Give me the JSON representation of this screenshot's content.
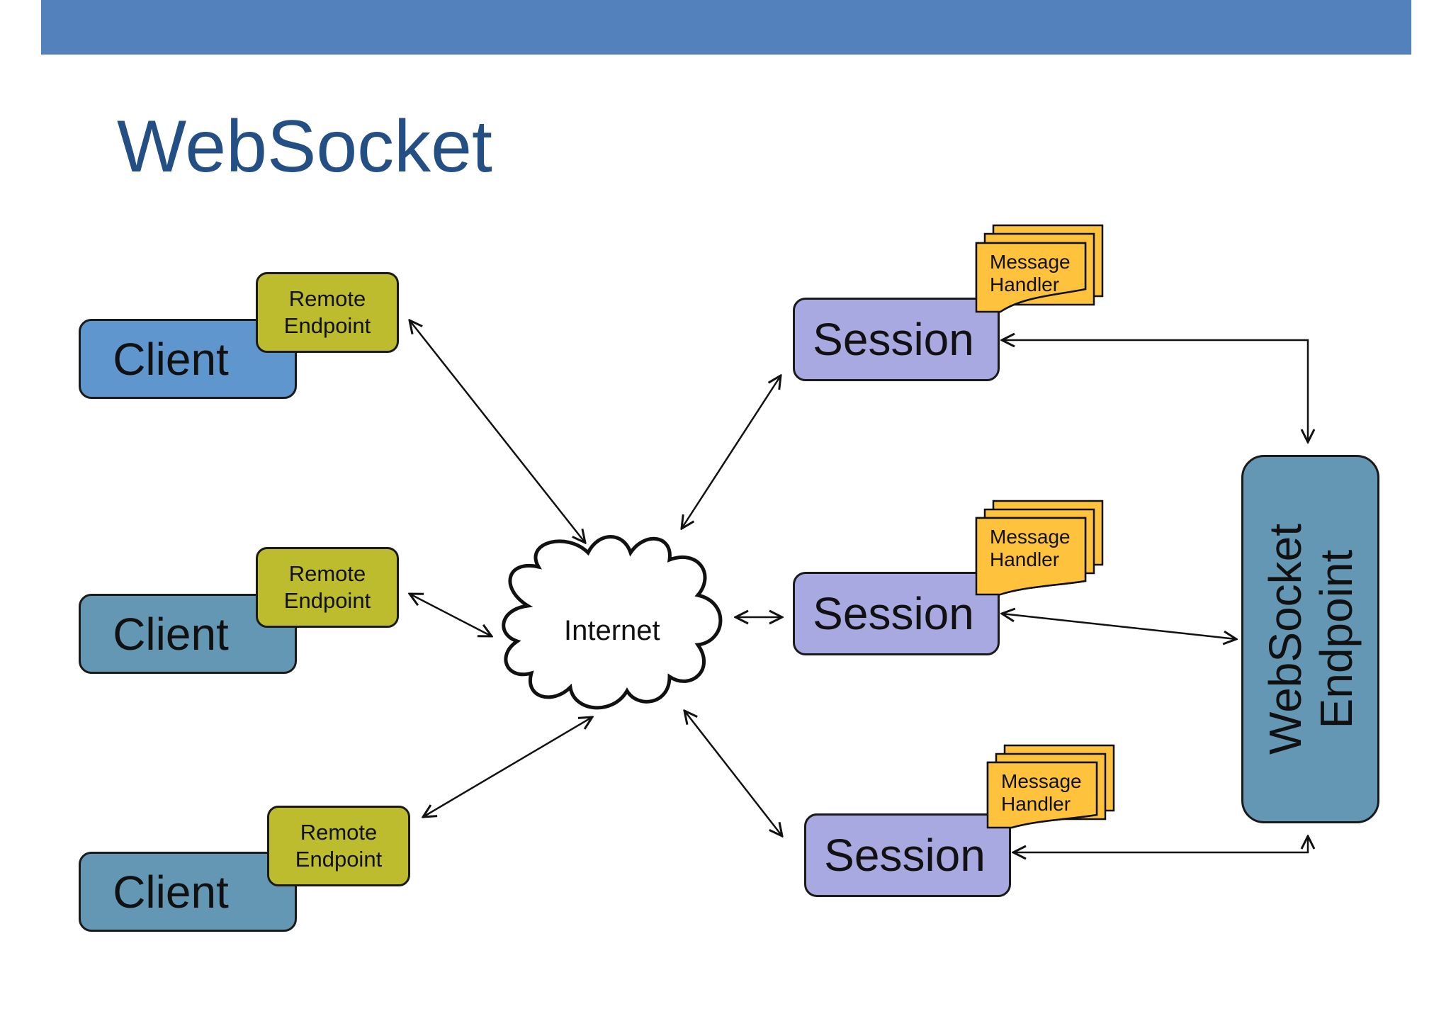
{
  "slide": {
    "title": "WebSocket",
    "colors": {
      "header_bar": "#5281bc",
      "title_text": "#234f84",
      "client_top": "#5f96cd",
      "client": "#6397b4",
      "remote_endpoint": "#bdbc2e",
      "session": "#a8a9e1",
      "message_handler": "#fec23c",
      "websocket_endpoint": "#6397b4",
      "internet_cloud": "#ffffff"
    }
  },
  "clients": [
    {
      "label": "Client",
      "endpoint_label": [
        "Remote",
        "Endpoint"
      ]
    },
    {
      "label": "Client",
      "endpoint_label": [
        "Remote",
        "Endpoint"
      ]
    },
    {
      "label": "Client",
      "endpoint_label": [
        "Remote",
        "Endpoint"
      ]
    }
  ],
  "internet": {
    "label": "Internet"
  },
  "sessions": [
    {
      "label": "Session",
      "handler_label": [
        "Message",
        "Handler"
      ]
    },
    {
      "label": "Session",
      "handler_label": [
        "Message",
        "Handler"
      ]
    },
    {
      "label": "Session",
      "handler_label": [
        "Message",
        "Handler"
      ]
    }
  ],
  "websocket_endpoint": {
    "label_line1": "WebSocket",
    "label_line2": "Endpoint"
  }
}
